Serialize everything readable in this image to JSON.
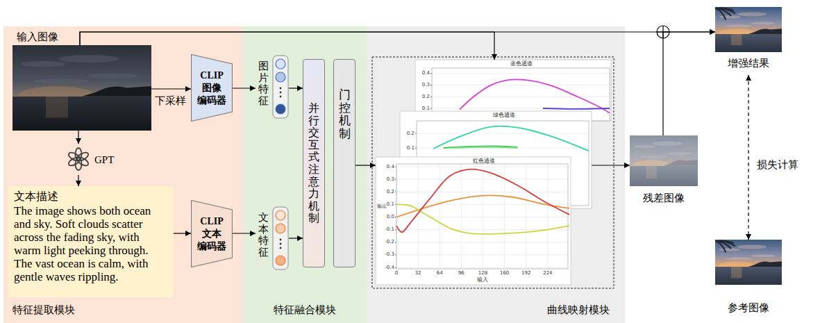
{
  "diagram": {
    "nodes": [
      {
        "text": [
          "特征提取模块"
        ]
      },
      {
        "text": [
          "特征融合模块"
        ]
      },
      {
        "text": [
          "曲线映射模块"
        ]
      },
      {
        "text": [
          "输入图像"
        ],
        "in": 0
      },
      {
        "text": [
          "CLIP 图像 编码器"
        ],
        "in": 0
      },
      {
        "text": [
          "GPT"
        ],
        "in": 0
      },
      {
        "text": [
          "文本描述",
          "The image shows both ocean and sky. Soft clouds scatter across the fading sky, with warm light peeking through. The vast ocean is calm, with gentle waves rippling."
        ],
        "in": 0
      },
      {
        "text": [
          "CLIP 文本 编码器"
        ],
        "in": 0
      },
      {
        "text": [
          "图片特征"
        ],
        "in": 1
      },
      {
        "text": [
          "文本特征"
        ],
        "in": 1
      },
      {
        "text": [
          "并行交互式注意力机制"
        ],
        "in": 1
      },
      {
        "text": [
          "门控机制"
        ],
        "in": 1
      },
      {
        "text": [
          "蓝色通道"
        ],
        "in": 2
      },
      {
        "text": [
          "绿色通道"
        ],
        "in": 2
      },
      {
        "text": [
          "红色通道"
        ],
        "in": 2
      },
      {
        "text": [
          "残差图像"
        ]
      },
      {
        "text": [
          "增强结果"
        ]
      },
      {
        "text": [
          "参考图像"
        ]
      }
    ],
    "edges": [
      {
        "from": 3,
        "to": 4,
        "arrow": "to",
        "label": "下采样"
      },
      {
        "from": 3,
        "to": 5,
        "arrow": "to"
      },
      {
        "from": 5,
        "to": 6,
        "arrow": "to"
      },
      {
        "from": 6,
        "to": 7,
        "arrow": "to"
      },
      {
        "from": 4,
        "to": 8,
        "arrow": "to"
      },
      {
        "from": 7,
        "to": 9,
        "arrow": "to"
      },
      {
        "from": 8,
        "to": 10,
        "arrow": "to"
      },
      {
        "from": 9,
        "to": 10,
        "arrow": "to"
      },
      {
        "from": 11,
        "to": 14,
        "arrow": "to"
      },
      {
        "from": 13,
        "to": 15,
        "arrow": "to"
      },
      {
        "from": 15,
        "to": 16,
        "arrow": "to"
      },
      {
        "from": 3,
        "to": 16,
        "arrow": "to"
      },
      {
        "from": 3,
        "to": 12,
        "arrow": "to"
      },
      {
        "from": 16,
        "to": 17,
        "arrow": "both",
        "label": "损失计算"
      }
    ],
    "labels": [
      "0.4",
      "0.3",
      "0.2",
      "0.1",
      "0.2",
      "0.1",
      "0.4",
      "0.3",
      "0.2",
      "0.1",
      "0.0",
      "-0.1",
      "-0.2",
      "-0.3",
      "-0.4",
      "0",
      "32",
      "64",
      "96",
      "128",
      "160",
      "192",
      "224",
      "输出",
      "输入"
    ]
  }
}
